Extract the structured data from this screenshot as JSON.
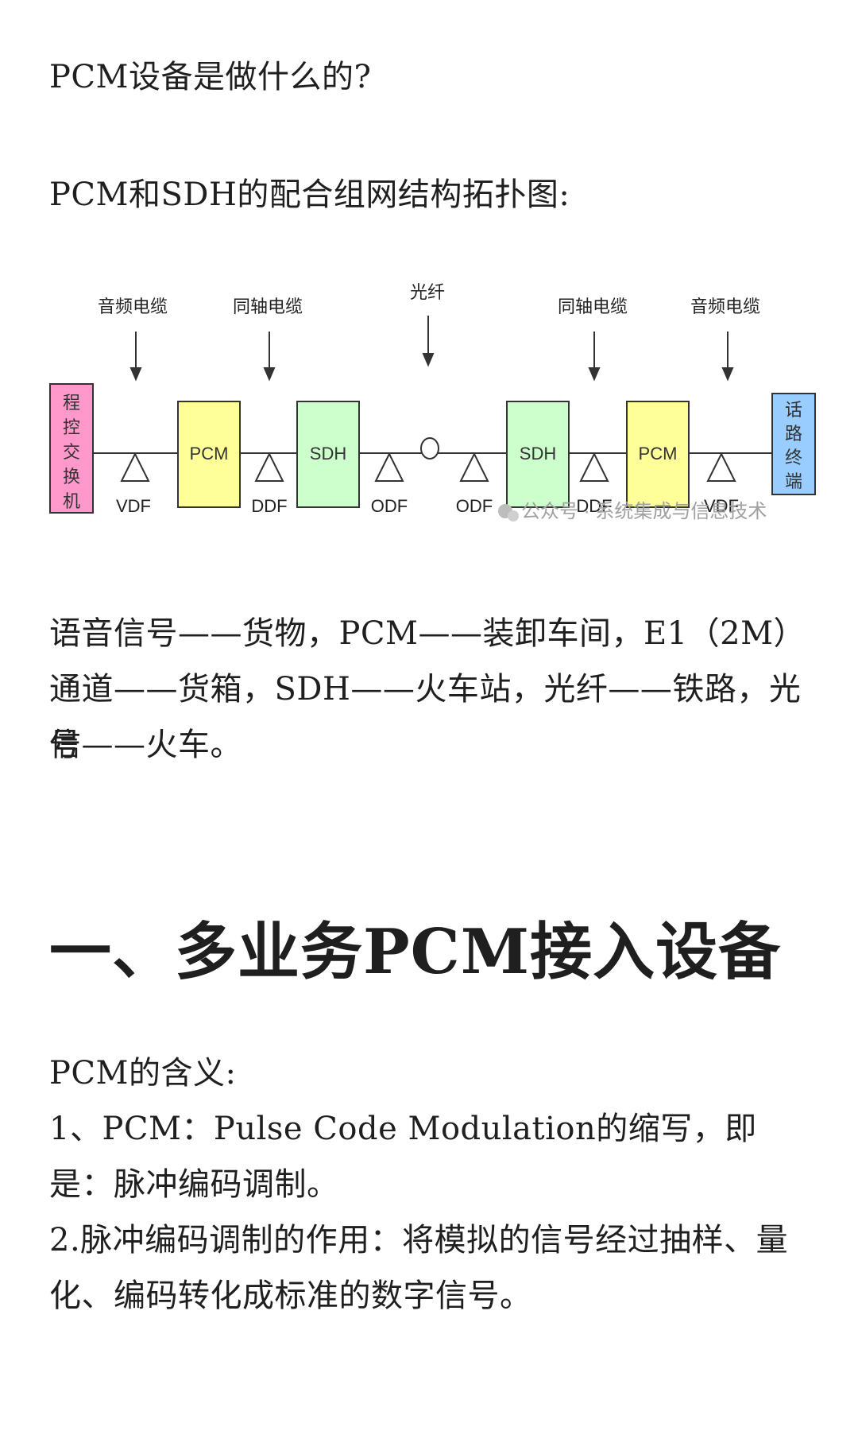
{
  "intro": {
    "question": "PCM设备是做什么的?",
    "topology_title": "PCM和SDH的配合组网结构拓扑图:"
  },
  "diagram": {
    "cable_labels": [
      "音频电缆",
      "同轴电缆",
      "光纤",
      "同轴电缆",
      "音频电缆"
    ],
    "left_terminal": [
      "程",
      "控",
      "交",
      "换",
      "机"
    ],
    "right_terminal": [
      "话",
      "路",
      "终",
      "端"
    ],
    "boxes": [
      "PCM",
      "SDH",
      "SDH",
      "PCM"
    ],
    "frame_labels": [
      "VDF",
      "DDF",
      "ODF",
      "ODF",
      "DDF",
      "VDF"
    ],
    "watermark": "公众号 · 系统集成与信息技术",
    "colors": {
      "switch": "#FF99CC",
      "pcm": "#FFFF99",
      "sdh": "#CCFFCC",
      "terminal": "#99CCFF"
    }
  },
  "analogy": {
    "line1": " 语音信号——货物，PCM——装卸车间，E1（2M）",
    "line2": "通道——货箱，SDH——火车站，光纤——铁路，光信",
    "line3": "号——火车。"
  },
  "section": {
    "heading": "一、多业务PCM接入设备",
    "meaning_title": "PCM的含义:",
    "item1_line1": "  1、PCM：Pulse Code Modulation的缩写，即",
    "item1_line2": "是：脉冲编码调制。",
    "item2_line1": "  2.脉冲编码调制的作用：将模拟的信号经过抽样、量",
    "item2_line2": "化、编码转化成标准的数字信号。"
  }
}
